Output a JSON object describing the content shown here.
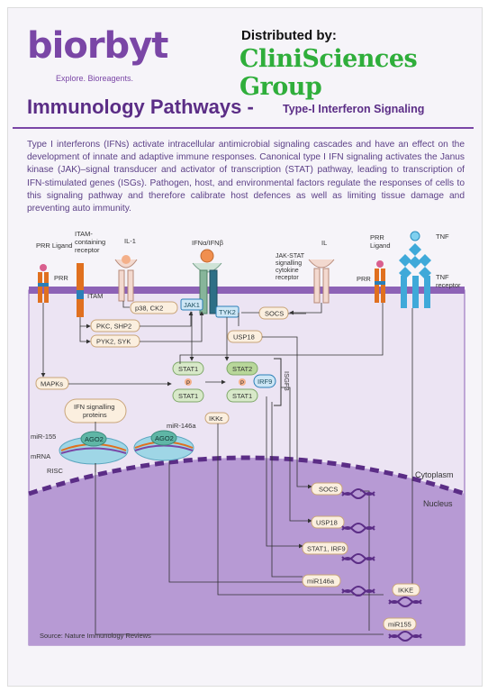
{
  "brand": {
    "logo": "biorbyt",
    "tagline": "Explore. Bioreagents."
  },
  "distributor": {
    "label": "Distributed by:",
    "name": "CliniSciences Group"
  },
  "title": {
    "main": "Immunology Pathways -",
    "sub": "Type-I Interferon Signaling"
  },
  "intro": "Type I interferons (IFNs) activate intracellular antimicrobial signaling cascades and have an effect on the development of innate and adaptive immune responses. Canonical type I IFN signaling activates the Janus kinase (JAK)–signal transducer and activator of transcription (STAT) pathway, leading to transcription of IFN-stimulated genes (ISGs). Pathogen, host, and environmental factors regulate the responses of cells to this signaling pathway and therefore calibrate host defences as well as limiting tissue damage and preventing auto immunity.",
  "diagram": {
    "receptors": {
      "prr_ligand_1": "PRR Ligand",
      "prr_1": "PRR",
      "itam_receptor": [
        "ITAM-",
        "containing",
        "receptor"
      ],
      "itam": "ITAM",
      "il1": "IL-1",
      "ifn": "IFNα/IFNβ",
      "jak_stat_receptor": [
        "JAK-STAT",
        "signalling",
        "cytokine",
        "receptor"
      ],
      "il": "IL",
      "prr_ligand_2": "PRR Ligand",
      "prr_2": "PRR",
      "tnf": "TNF",
      "tnf_receptor": [
        "TNF",
        "receptor"
      ]
    },
    "nodes": {
      "p38": "p38, CK2",
      "jak1": "JAK1",
      "tyk2": "TYK2",
      "socs_top": "SOCS",
      "pkc": "PKC, SHP2",
      "pyk2": "PYK2, SYK",
      "usp18_top": "USP18",
      "mapks": "MAPKs",
      "stat1": "STAT1",
      "stat2": "STAT2",
      "irf9": "IRF9",
      "isgf3": "ISGF3",
      "p": "P",
      "ifn_proteins": [
        "IFN signalling",
        "proteins"
      ],
      "ikke_top": "IKKε",
      "mir146a_top": "miR-146a",
      "ago2": "AGO2",
      "mir155": "miR-155",
      "mrna": "mRNA",
      "risc": "RISC"
    },
    "regions": {
      "cytoplasm": "Cytoplasm",
      "nucleus": "Nucleus"
    },
    "genes": [
      "SOCS",
      "USP18",
      "STAT1, IRF9",
      "miR146a",
      "IKKE",
      "miR155"
    ],
    "source": "Source: Nature Immunology Reviews"
  },
  "colors": {
    "brand_purple": "#7a46a6",
    "title_purple": "#5b2d86",
    "clini_green": "#2fae3b",
    "membrane": "#8d62b6",
    "nucleus": "#b79ad4",
    "stat_green": "#d8e9c9",
    "irf_blue": "#cde6f5",
    "tnf_blue": "#3fa9d9"
  }
}
